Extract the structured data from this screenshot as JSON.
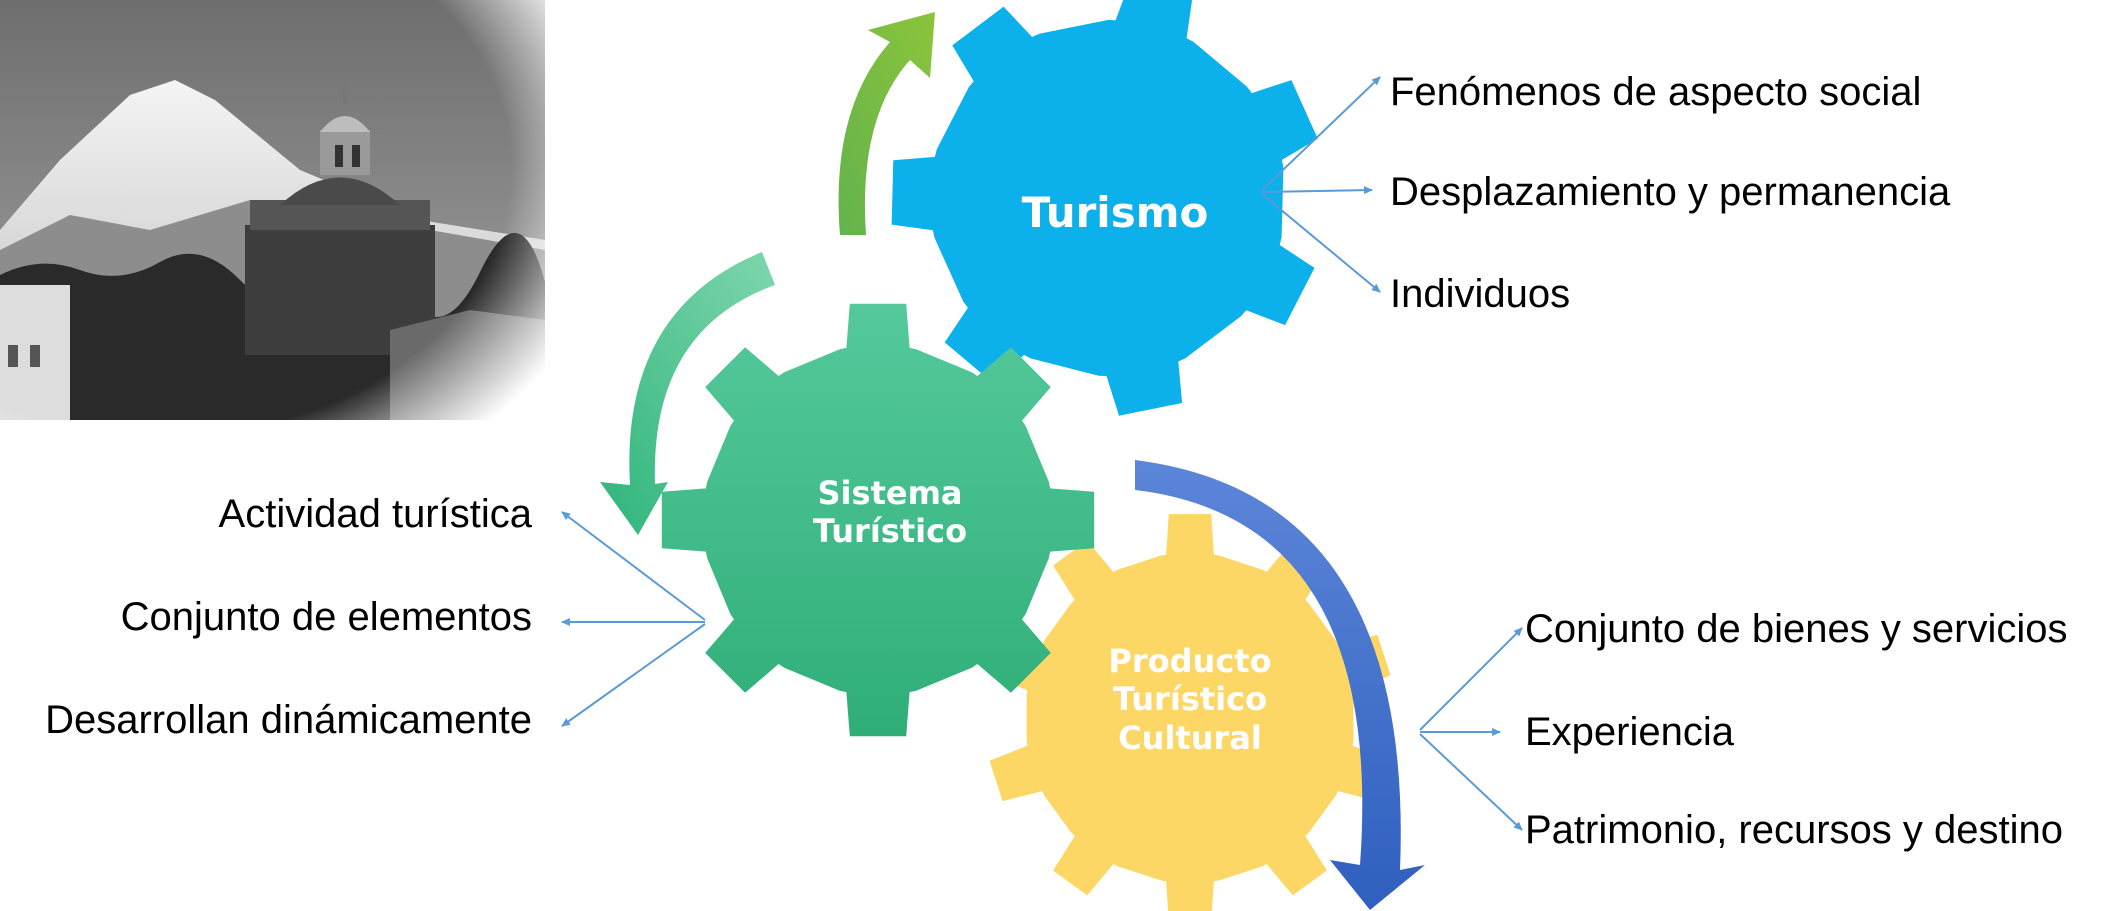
{
  "colors": {
    "turismo": "#0cb0ea",
    "sistema": "#3fbf8c",
    "producto": "#fdd766",
    "arrow_green_light": "#7cbb45",
    "arrow_green": "#38bd8a",
    "arrow_blue": "#3f6fcd",
    "connector": "#5b9bd5"
  },
  "gears": {
    "turismo": {
      "label": "Turismo"
    },
    "sistema": {
      "line1": "Sistema",
      "line2": "Turístico"
    },
    "producto": {
      "line1": "Producto",
      "line2": "Turístico",
      "line3": "Cultural"
    }
  },
  "turismo_items": [
    "Fenómenos de aspecto social",
    "Desplazamiento y permanencia",
    "Individuos"
  ],
  "sistema_items": [
    "Actividad turística",
    "Conjunto de elementos",
    "Desarrollan dinámicamente"
  ],
  "producto_items": [
    "Conjunto de bienes y servicios",
    "Experiencia",
    "Patrimonio, recursos y destino"
  ],
  "photo": {
    "icon": "volcano-church-photo"
  }
}
